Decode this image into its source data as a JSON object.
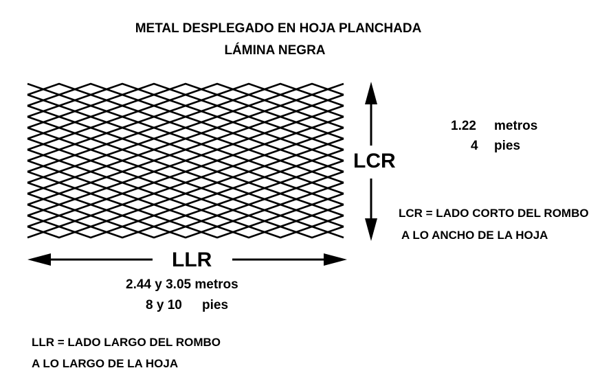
{
  "title": {
    "line1": "METAL DESPLEGADO EN HOJA PLANCHADA",
    "line2": "LÁMINA NEGRA"
  },
  "diagram": {
    "material": "expanded-metal-mesh",
    "short_side_label": "LCR",
    "long_side_label": "LLR"
  },
  "width_dimension": {
    "metros_value": "1.22",
    "metros_unit": "metros",
    "pies_value": "4",
    "pies_unit": "pies"
  },
  "length_dimension": {
    "metros_text": "2.44 y 3.05 metros",
    "pies_value": "8 y 10",
    "pies_unit": "pies"
  },
  "definitions": {
    "lcr_line1": "LCR = LADO CORTO DEL ROMBO",
    "lcr_line2": "A LO ANCHO DE LA HOJA",
    "llr_line1": "LLR = LADO LARGO DEL ROMBO",
    "llr_line2": "A LO LARGO DE LA HOJA"
  },
  "colors": {
    "ink": "#000000",
    "background": "#ffffff"
  }
}
